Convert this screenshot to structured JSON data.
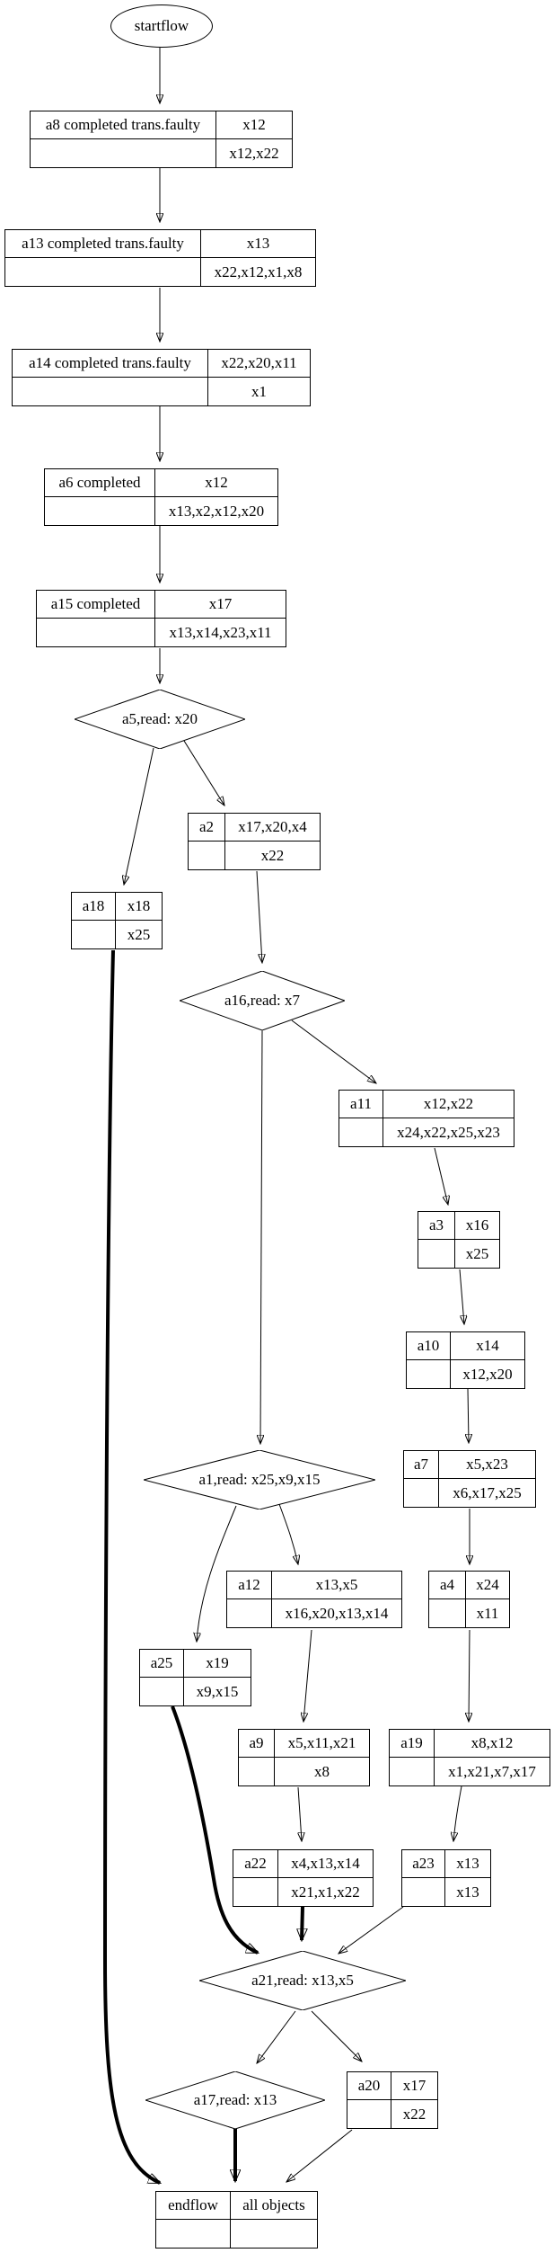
{
  "diagram": {
    "background": "#ffffff",
    "line_color": "#000000",
    "nodes": {
      "startflow": {
        "shape": "ellipse",
        "label": "startflow"
      },
      "a8": {
        "shape": "record",
        "label": "a8 completed trans.faulty",
        "top_value": "x12",
        "bottom_value": "x12,x22"
      },
      "a13": {
        "shape": "record",
        "label": "a13 completed trans.faulty",
        "top_value": "x13",
        "bottom_value": "x22,x12,x1,x8"
      },
      "a14": {
        "shape": "record",
        "label": "a14 completed trans.faulty",
        "top_value": "x22,x20,x11",
        "bottom_value": "x1"
      },
      "a6": {
        "shape": "record",
        "label": "a6 completed",
        "top_value": "x12",
        "bottom_value": "x13,x2,x12,x20"
      },
      "a15": {
        "shape": "record",
        "label": "a15 completed",
        "top_value": "x17",
        "bottom_value": "x13,x14,x23,x11"
      },
      "a5": {
        "shape": "diamond",
        "label": "a5,read: x20"
      },
      "a2": {
        "shape": "record",
        "label": "a2",
        "top_value": "x17,x20,x4",
        "bottom_value": "x22"
      },
      "a18": {
        "shape": "record",
        "label": "a18",
        "top_value": "x18",
        "bottom_value": "x25"
      },
      "a16": {
        "shape": "diamond",
        "label": "a16,read: x7"
      },
      "a11": {
        "shape": "record",
        "label": "a11",
        "top_value": "x12,x22",
        "bottom_value": "x24,x22,x25,x23"
      },
      "a3": {
        "shape": "record",
        "label": "a3",
        "top_value": "x16",
        "bottom_value": "x25"
      },
      "a10": {
        "shape": "record",
        "label": "a10",
        "top_value": "x14",
        "bottom_value": "x12,x20"
      },
      "a7": {
        "shape": "record",
        "label": "a7",
        "top_value": "x5,x23",
        "bottom_value": "x6,x17,x25"
      },
      "a1": {
        "shape": "diamond",
        "label": "a1,read: x25,x9,x15"
      },
      "a12": {
        "shape": "record",
        "label": "a12",
        "top_value": "x13,x5",
        "bottom_value": "x16,x20,x13,x14"
      },
      "a4": {
        "shape": "record",
        "label": "a4",
        "top_value": "x24",
        "bottom_value": "x11"
      },
      "a25": {
        "shape": "record",
        "label": "a25",
        "top_value": "x19",
        "bottom_value": "x9,x15"
      },
      "a9": {
        "shape": "record",
        "label": "a9",
        "top_value": "x5,x11,x21",
        "bottom_value": "x8"
      },
      "a19": {
        "shape": "record",
        "label": "a19",
        "top_value": "x8,x12",
        "bottom_value": "x1,x21,x7,x17"
      },
      "a22": {
        "shape": "record",
        "label": "a22",
        "top_value": "x4,x13,x14",
        "bottom_value": "x21,x1,x22"
      },
      "a23": {
        "shape": "record",
        "label": "a23",
        "top_value": "x13",
        "bottom_value": "x13"
      },
      "a21": {
        "shape": "diamond",
        "label": "a21,read: x13,x5"
      },
      "a17": {
        "shape": "diamond",
        "label": "a17,read: x13"
      },
      "a20": {
        "shape": "record",
        "label": "a20",
        "top_value": "x17",
        "bottom_value": "x22"
      },
      "endflow": {
        "shape": "record",
        "label": "endflow",
        "top_value": "all objects",
        "bottom_value": ""
      }
    },
    "edges": [
      {
        "from": "startflow",
        "to": "a8",
        "weight": "normal"
      },
      {
        "from": "a8",
        "to": "a13",
        "weight": "normal"
      },
      {
        "from": "a13",
        "to": "a14",
        "weight": "normal"
      },
      {
        "from": "a14",
        "to": "a6",
        "weight": "normal"
      },
      {
        "from": "a6",
        "to": "a15",
        "weight": "normal"
      },
      {
        "from": "a15",
        "to": "a5",
        "weight": "normal"
      },
      {
        "from": "a5",
        "to": "a18",
        "weight": "normal"
      },
      {
        "from": "a5",
        "to": "a2",
        "weight": "normal"
      },
      {
        "from": "a2",
        "to": "a16",
        "weight": "normal"
      },
      {
        "from": "a16",
        "to": "a1",
        "weight": "normal"
      },
      {
        "from": "a16",
        "to": "a11",
        "weight": "normal"
      },
      {
        "from": "a11",
        "to": "a3",
        "weight": "normal"
      },
      {
        "from": "a3",
        "to": "a10",
        "weight": "normal"
      },
      {
        "from": "a10",
        "to": "a7",
        "weight": "normal"
      },
      {
        "from": "a7",
        "to": "a4",
        "weight": "normal"
      },
      {
        "from": "a4",
        "to": "a19",
        "weight": "normal"
      },
      {
        "from": "a1",
        "to": "a12",
        "weight": "normal"
      },
      {
        "from": "a1",
        "to": "a25",
        "weight": "normal"
      },
      {
        "from": "a12",
        "to": "a9",
        "weight": "normal"
      },
      {
        "from": "a9",
        "to": "a22",
        "weight": "normal"
      },
      {
        "from": "a19",
        "to": "a23",
        "weight": "normal"
      },
      {
        "from": "a25",
        "to": "a21",
        "weight": "bold"
      },
      {
        "from": "a22",
        "to": "a21",
        "weight": "bold"
      },
      {
        "from": "a23",
        "to": "a21",
        "weight": "normal"
      },
      {
        "from": "a21",
        "to": "a17",
        "weight": "normal"
      },
      {
        "from": "a21",
        "to": "a20",
        "weight": "normal"
      },
      {
        "from": "a17",
        "to": "endflow",
        "weight": "bold"
      },
      {
        "from": "a20",
        "to": "endflow",
        "weight": "normal"
      },
      {
        "from": "a18",
        "to": "endflow",
        "weight": "bold"
      }
    ]
  }
}
